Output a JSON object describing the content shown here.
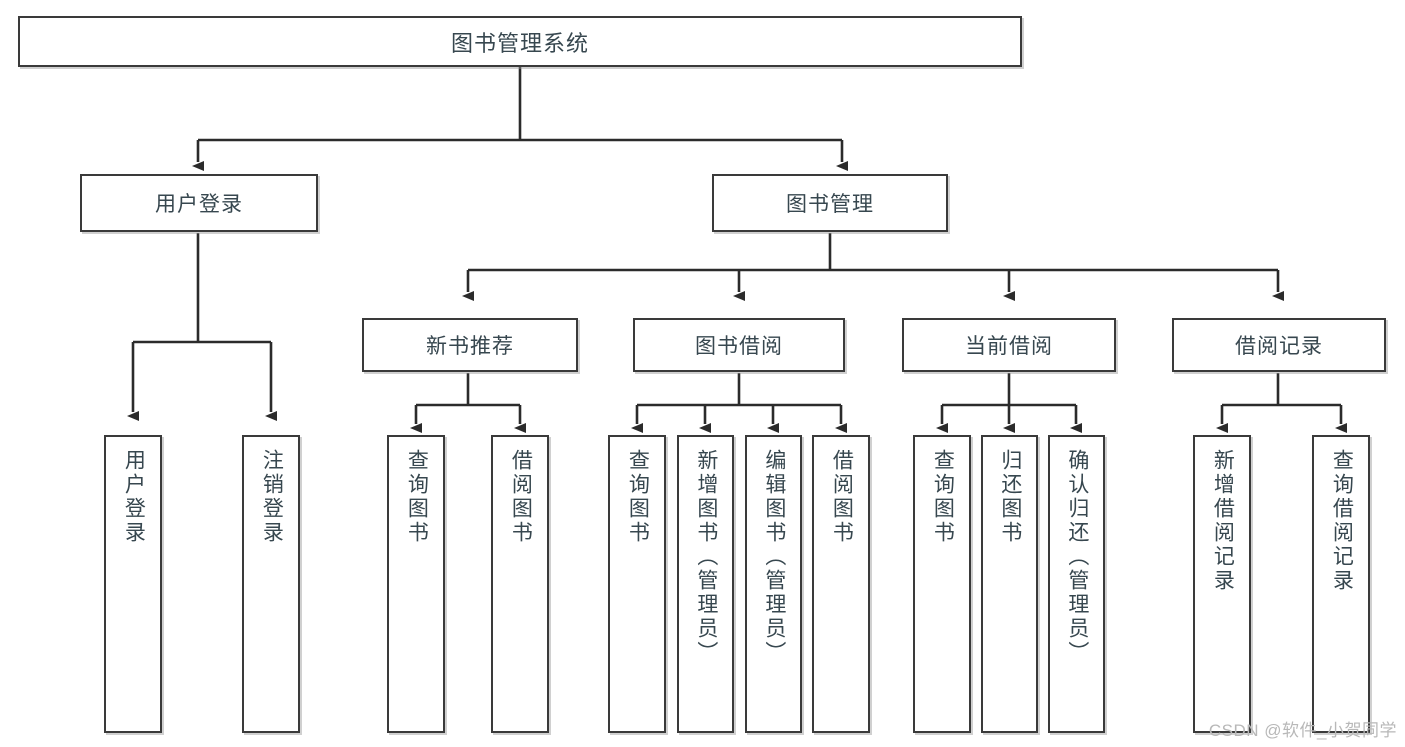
{
  "diagram": {
    "title": "图书管理系统",
    "type": "hierarchy-tree",
    "watermark": "CSDN @软件_小贺同学",
    "colors": {
      "background": "#ffffff",
      "border": "#3a3a3a",
      "text": "#37474f",
      "connector": "#2b2b2b",
      "watermark": "#b8b8b8"
    },
    "nodes": {
      "root": {
        "label": "图书管理系统"
      },
      "level1": [
        {
          "label": "用户登录"
        },
        {
          "label": "图书管理"
        }
      ],
      "level2": [
        {
          "label": "新书推荐"
        },
        {
          "label": "图书借阅"
        },
        {
          "label": "当前借阅"
        },
        {
          "label": "借阅记录"
        }
      ],
      "leaves": {
        "user_login": [
          {
            "label": "用户登录"
          },
          {
            "label": "注销登录"
          }
        ],
        "new_book_recommend": [
          {
            "label": "查询图书"
          },
          {
            "label": "借阅图书"
          }
        ],
        "book_borrow": [
          {
            "label": "查询图书"
          },
          {
            "label": "新增图书（管理员）"
          },
          {
            "label": "编辑图书（管理员）"
          },
          {
            "label": "借阅图书"
          }
        ],
        "current_borrow": [
          {
            "label": "查询图书"
          },
          {
            "label": "归还图书"
          },
          {
            "label": "确认归还（管理员）"
          }
        ],
        "borrow_record": [
          {
            "label": "新增借阅记录"
          },
          {
            "label": "查询借阅记录"
          }
        ]
      }
    }
  }
}
